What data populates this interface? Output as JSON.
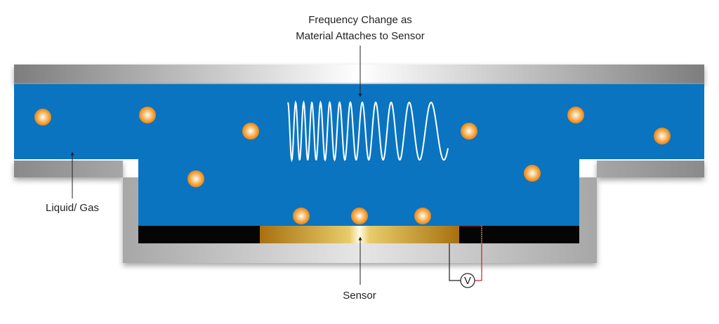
{
  "labels": {
    "frequency_line1": "Frequency Change as",
    "frequency_line2": "Material Attaches to Sensor",
    "medium": "Liquid/ Gas",
    "sensor": "Sensor",
    "voltmeter": "V"
  },
  "colors": {
    "channel_fluid": "#0a74c0",
    "housing_metal": "#b8b8b8",
    "sensor_gold": "#c9961e",
    "sensor_bed": "#050505",
    "particle": "#f29a2e",
    "wave": "#ffffff",
    "circuit_red": "#d21e1e",
    "text": "#231f20"
  },
  "icons": {
    "particle": "sphere-particle",
    "voltmeter": "voltmeter-symbol"
  }
}
